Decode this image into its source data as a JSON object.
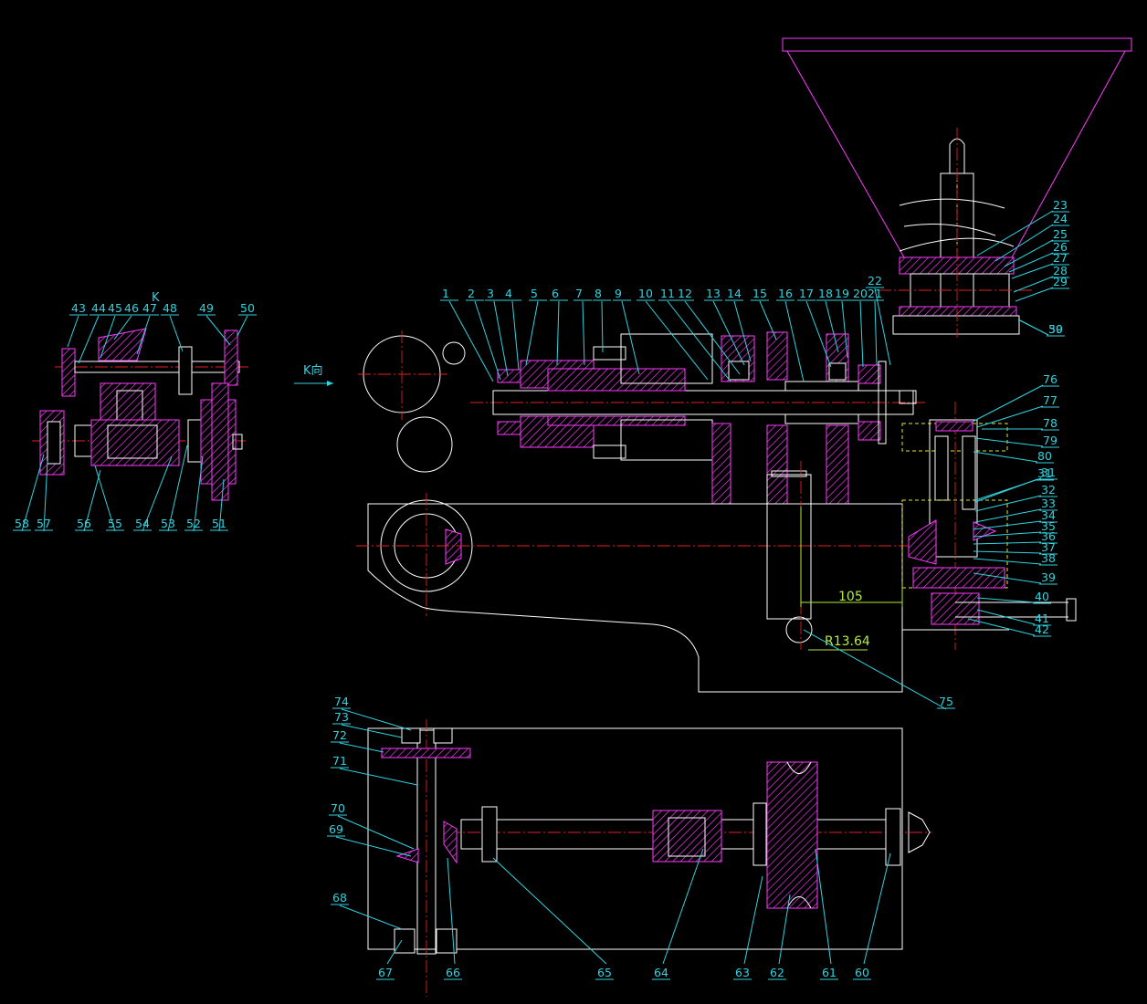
{
  "view_label": "K",
  "view_arrow_label": "K向",
  "dimension_105": "105",
  "dimension_radius": "R13.64",
  "part_numbers": [
    "1",
    "2",
    "3",
    "4",
    "5",
    "6",
    "7",
    "8",
    "9",
    "10",
    "11",
    "12",
    "13",
    "14",
    "15",
    "16",
    "17",
    "18",
    "19",
    "20",
    "21",
    "22",
    "23",
    "24",
    "25",
    "26",
    "27",
    "28",
    "29",
    "30",
    "31",
    "32",
    "33",
    "34",
    "35",
    "36",
    "37",
    "38",
    "39",
    "40",
    "41",
    "42",
    "43",
    "44",
    "45",
    "46",
    "47",
    "48",
    "49",
    "50",
    "51",
    "52",
    "53",
    "54",
    "55",
    "56",
    "57",
    "58",
    "59",
    "60",
    "61",
    "62",
    "63",
    "64",
    "65",
    "66",
    "67",
    "68",
    "69",
    "70",
    "71",
    "72",
    "73",
    "74",
    "75",
    "76",
    "77",
    "78",
    "79",
    "80",
    "31"
  ],
  "colors": {
    "background": "#000000",
    "label": "#2fd4e0",
    "outline": "#ffffff",
    "centerline": "#e02020",
    "hatch": "#ff3cff",
    "dimension": "#b5ec3a"
  }
}
